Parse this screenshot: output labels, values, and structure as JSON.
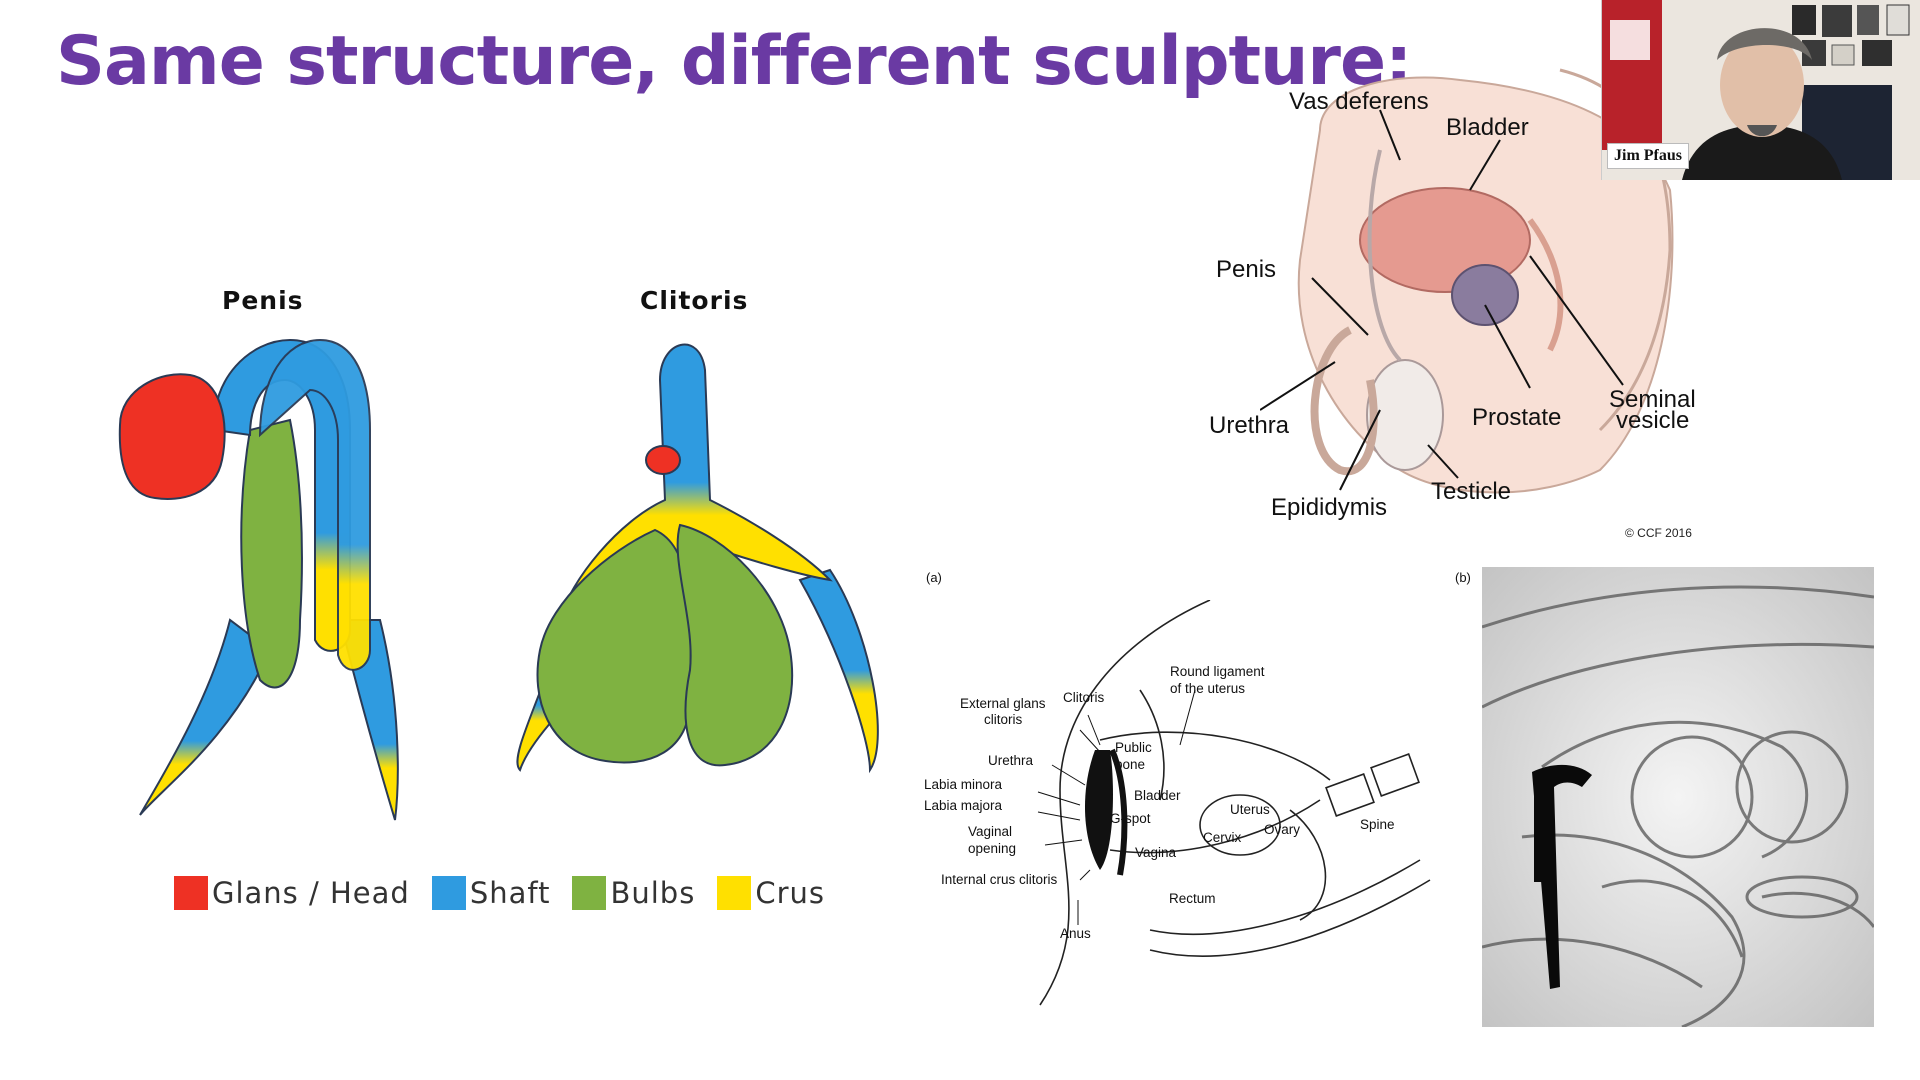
{
  "slide": {
    "title": "Same structure, different sculpture:"
  },
  "left_figure": {
    "penis_label": "Penis",
    "clitoris_label": "Clitoris",
    "legend": [
      {
        "label": "Glans / Head",
        "color": "#ee3124"
      },
      {
        "label": "Shaft",
        "color": "#2f9be0"
      },
      {
        "label": "Bulbs",
        "color": "#7fb241"
      },
      {
        "label": "Crus",
        "color": "#ffe000"
      }
    ],
    "colors": {
      "glans": "#ee3124",
      "shaft": "#2f9be0",
      "bulbs": "#7fb241",
      "crus": "#ffe000"
    }
  },
  "male_anatomy": {
    "labels": {
      "vas_deferens": "Vas deferens",
      "bladder": "Bladder",
      "penis": "Penis",
      "urethra": "Urethra",
      "prostate": "Prostate",
      "seminal": "Seminal",
      "vesicle": "vesicle",
      "epididymis": "Epididymis",
      "testicle": "Testicle"
    },
    "copyright": "© CCF 2016"
  },
  "female_anatomy": {
    "panel_a": "(a)",
    "panel_b": "(b)",
    "labels": {
      "external_glans_1": "External glans",
      "external_glans_2": "clitoris",
      "clitoris": "Clitoris",
      "round_ligament_1": "Round ligament",
      "round_ligament_2": "of the uterus",
      "urethra": "Urethra",
      "pubic_1": "Public",
      "pubic_2": "bone",
      "labia_minora": "Labia minora",
      "labia_majora": "Labia majora",
      "bladder": "Bladder",
      "gspot": "G-spot",
      "uterus": "Uterus",
      "vaginal_1": "Vaginal",
      "vaginal_2": "opening",
      "cervix": "Cervix",
      "ovary": "Ovary",
      "spine": "Spine",
      "vagina": "Vagina",
      "internal_crus": "Internal crus clitoris",
      "rectum": "Rectum",
      "anus": "Anus"
    }
  },
  "video": {
    "participant_name": "Jim Pfaus"
  }
}
